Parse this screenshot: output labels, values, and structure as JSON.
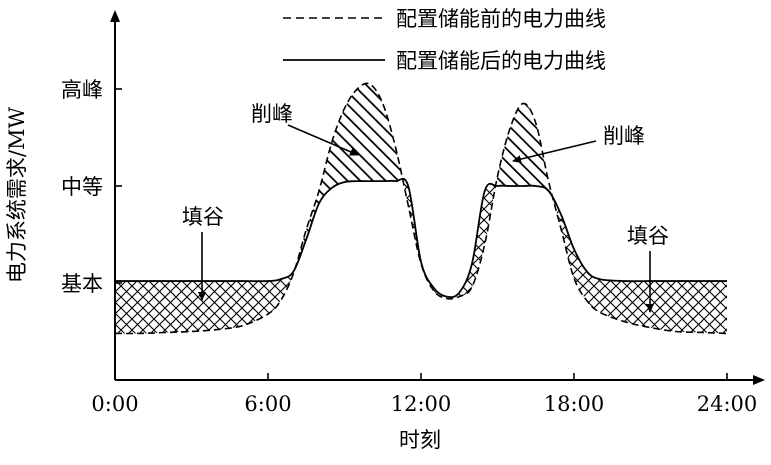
{
  "chart_data": {
    "type": "line",
    "xlabel": "时刻",
    "ylabel": "电力系统需求/MW",
    "x_ticks": [
      "0:00",
      "6:00",
      "12:00",
      "18:00",
      "24:00"
    ],
    "y_ticks": [
      "基本",
      "中等",
      "高峰"
    ],
    "xlim": [
      0,
      24
    ],
    "ylim": [
      0,
      3.2
    ],
    "legend": {
      "position": "top-right",
      "entries": [
        {
          "label": "配置储能前的电力曲线",
          "style": "dashed"
        },
        {
          "label": "配置储能后的电力曲线",
          "style": "solid"
        }
      ]
    },
    "series": [
      {
        "name": "配置储能前的电力曲线",
        "style": "dashed",
        "x": [
          0,
          1,
          2,
          3,
          4,
          5,
          6,
          6.5,
          7,
          7.5,
          8,
          8.5,
          9,
          9.5,
          10,
          10.5,
          11,
          11.5,
          12,
          12.5,
          13,
          13.5,
          14,
          14.5,
          15,
          15.5,
          16,
          16.5,
          17,
          17.5,
          18,
          18.5,
          19,
          20,
          21,
          22,
          23,
          24
        ],
        "values": [
          0.48,
          0.48,
          0.49,
          0.5,
          0.52,
          0.56,
          0.68,
          0.82,
          1.1,
          1.55,
          1.95,
          2.45,
          2.8,
          3.0,
          3.05,
          2.85,
          2.4,
          1.8,
          1.2,
          0.92,
          0.84,
          0.86,
          0.96,
          1.4,
          2.1,
          2.6,
          2.85,
          2.65,
          2.05,
          1.55,
          1.05,
          0.82,
          0.7,
          0.6,
          0.54,
          0.5,
          0.49,
          0.48
        ]
      },
      {
        "name": "配置储能后的电力曲线",
        "style": "solid",
        "x": [
          0,
          1,
          2,
          3,
          4,
          5,
          6,
          6.5,
          7,
          7.5,
          8,
          8.5,
          9,
          9.5,
          10,
          10.5,
          11,
          11.5,
          12,
          12.5,
          13,
          13.5,
          14,
          14.5,
          15,
          15.5,
          16,
          16.5,
          17,
          17.5,
          18,
          18.5,
          19,
          20,
          21,
          22,
          23,
          24
        ],
        "values": [
          1.02,
          1.02,
          1.02,
          1.02,
          1.02,
          1.02,
          1.02,
          1.04,
          1.12,
          1.45,
          1.82,
          1.98,
          2.04,
          2.05,
          2.05,
          2.05,
          2.05,
          2.0,
          1.22,
          0.95,
          0.86,
          0.9,
          1.2,
          1.95,
          2.0,
          2.0,
          2.0,
          2.0,
          1.95,
          1.7,
          1.35,
          1.12,
          1.04,
          1.02,
          1.02,
          1.02,
          1.02,
          1.02
        ]
      }
    ],
    "annotations": [
      {
        "text": "削峰",
        "target": "10:00"
      },
      {
        "text": "削峰",
        "target": "15:30"
      },
      {
        "text": "填谷",
        "target": "3:30"
      },
      {
        "text": "填谷",
        "target": "21:00"
      }
    ]
  }
}
